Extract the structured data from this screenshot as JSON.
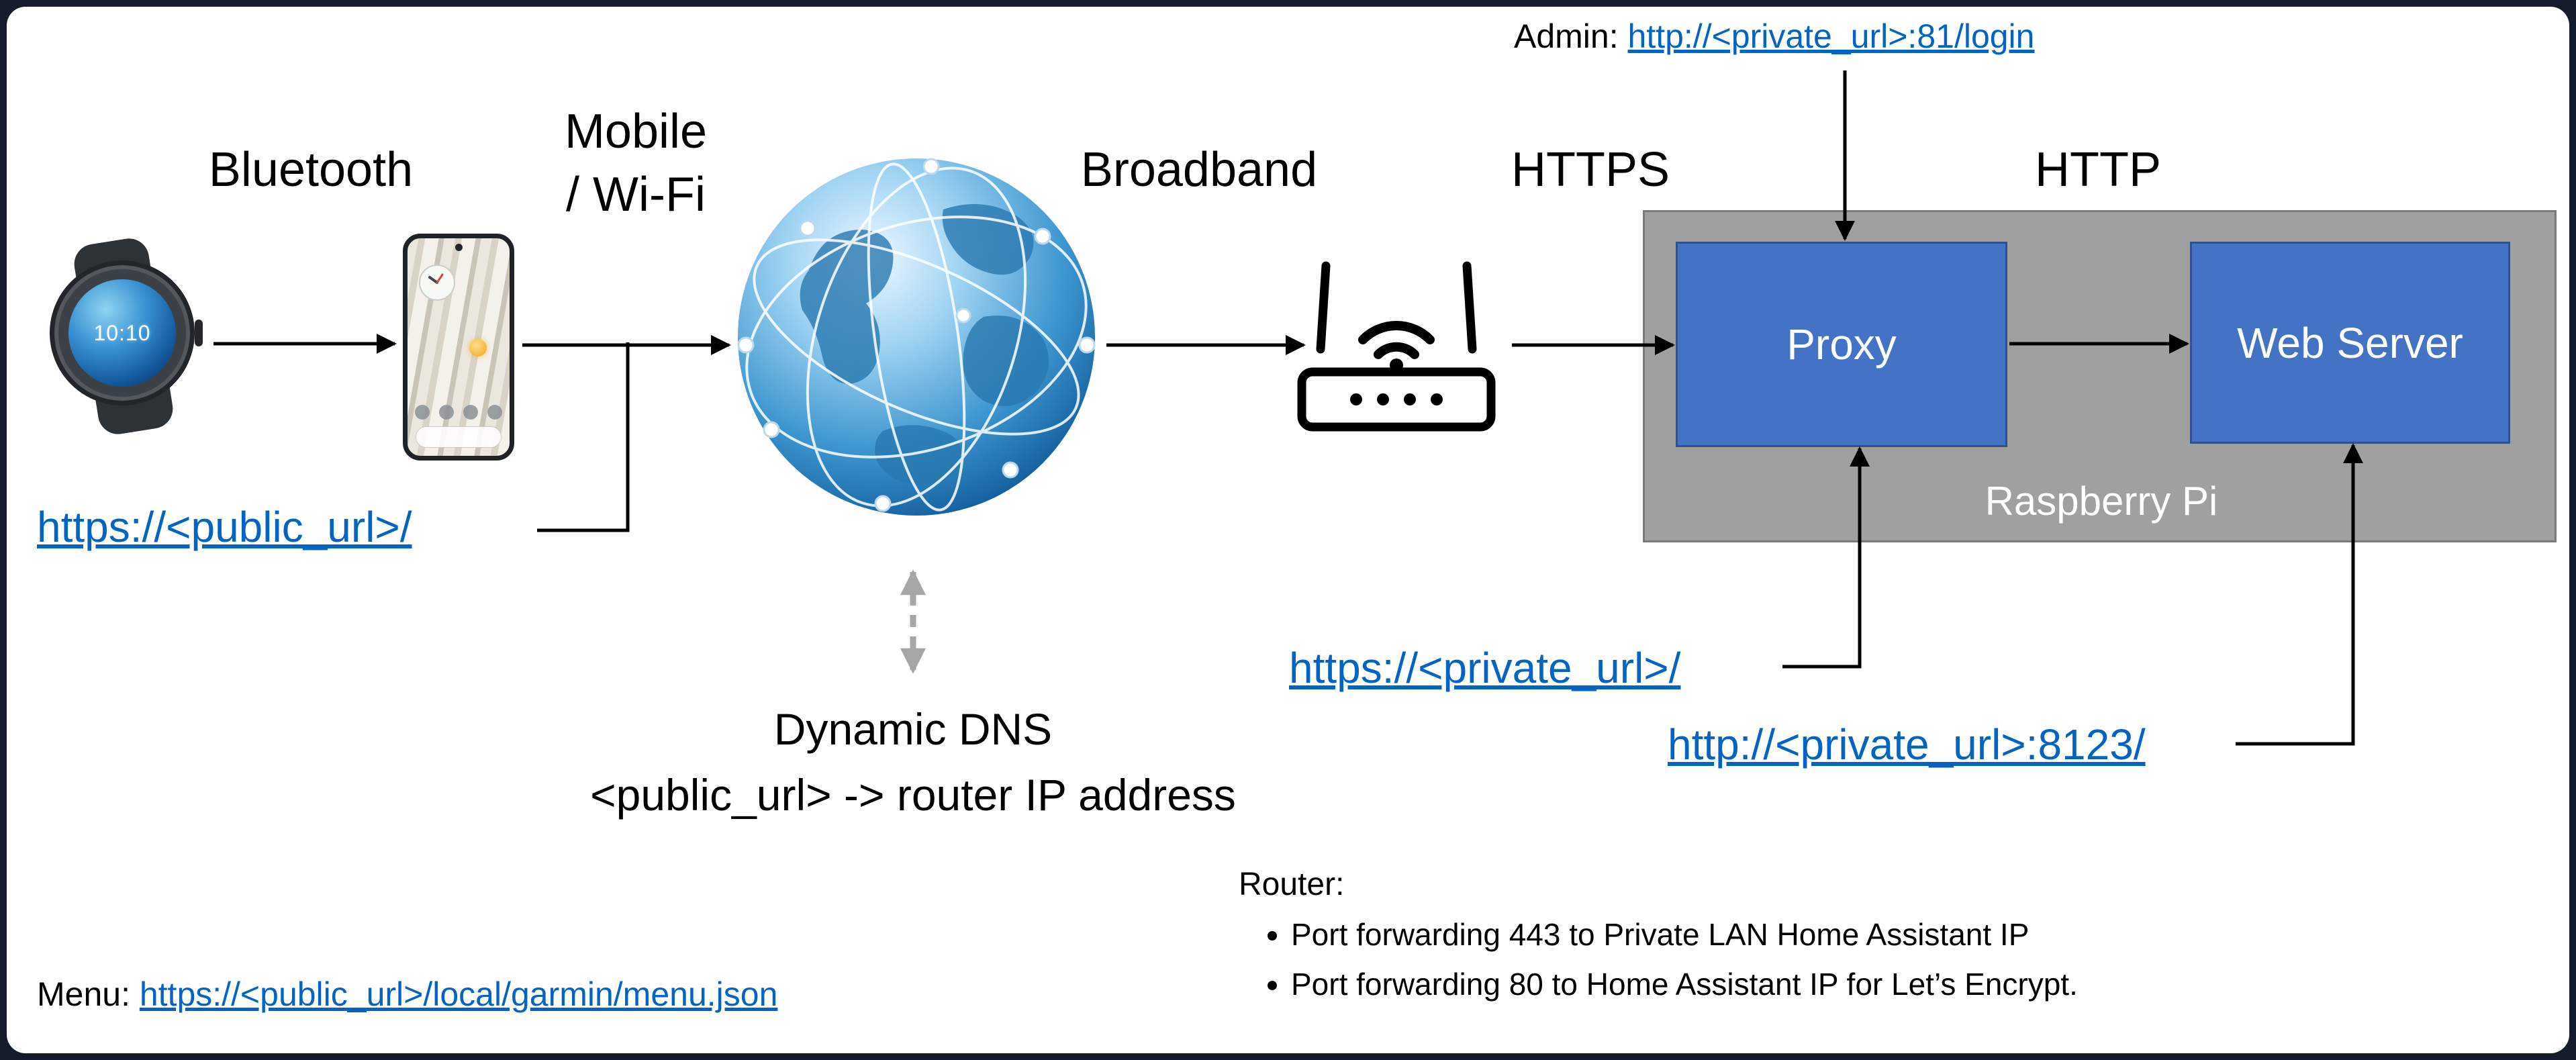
{
  "labels": {
    "bluetooth": "Bluetooth",
    "mobile_line1": "Mobile",
    "mobile_line2": "/ Wi-Fi",
    "broadband": "Broadband",
    "https": "HTTPS",
    "http": "HTTP",
    "proxy": "Proxy",
    "web_server": "Web Server",
    "raspberry_pi": "Raspberry Pi",
    "dynamic_dns_title": "Dynamic DNS",
    "dynamic_dns_mapping": "<public_url> -> router IP address"
  },
  "admin": {
    "prefix": "Admin: ",
    "link": "http://<private_url>:81/login"
  },
  "links": {
    "public_url": "https://<public_url>/",
    "private_https": "https://<private_url>/",
    "private_8123": "http://<private_url>:8123/"
  },
  "router_notes": {
    "title": "Router:",
    "bullets": [
      "Port forwarding 443 to Private LAN Home Assistant IP",
      "Port forwarding 80 to Home Assistant IP for Let’s Encrypt."
    ]
  },
  "menu": {
    "prefix": "Menu: ",
    "link": "https://<public_url>/local/garmin/menu.json"
  },
  "watch": {
    "time": "10:10"
  },
  "colors": {
    "box_blue": "#4472C4",
    "box_blue_border": "#2F528F",
    "gray_box": "#A0A0A0",
    "link_blue": "#0563C1",
    "dns_arrow_gray": "#A6A6A6",
    "frame_dark": "#141c2b"
  }
}
